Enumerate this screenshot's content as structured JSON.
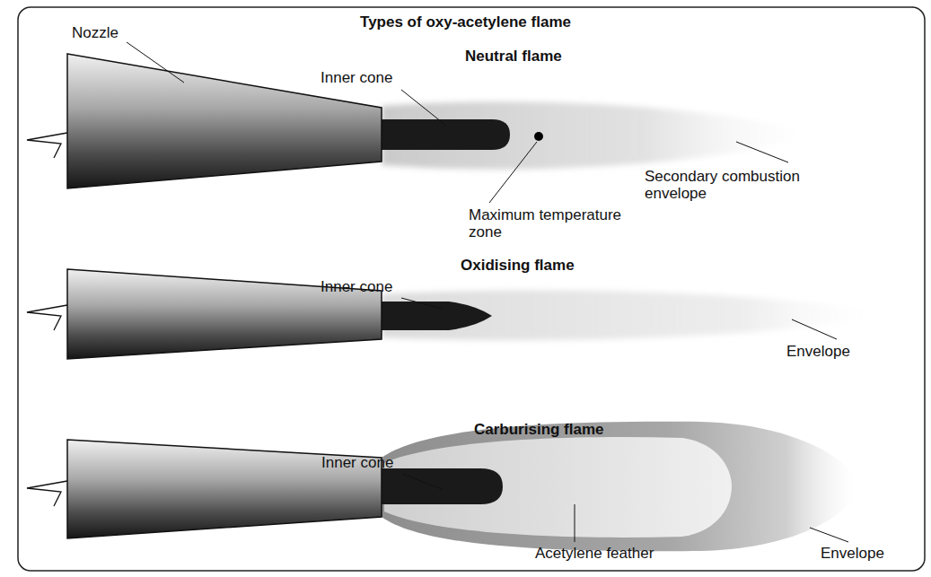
{
  "diagram": {
    "title": "Types of oxy-acetylene flame",
    "labels": [
      "Nozzle",
      "Neutral flame",
      "Inner cone",
      "Maximum temperature zone",
      "Secondary combustion envelope",
      "Oxidising flame",
      "Inner cone",
      "Envelope",
      "Carburising flame",
      "Inner cone",
      "Acetylene feather",
      "Envelope"
    ]
  }
}
